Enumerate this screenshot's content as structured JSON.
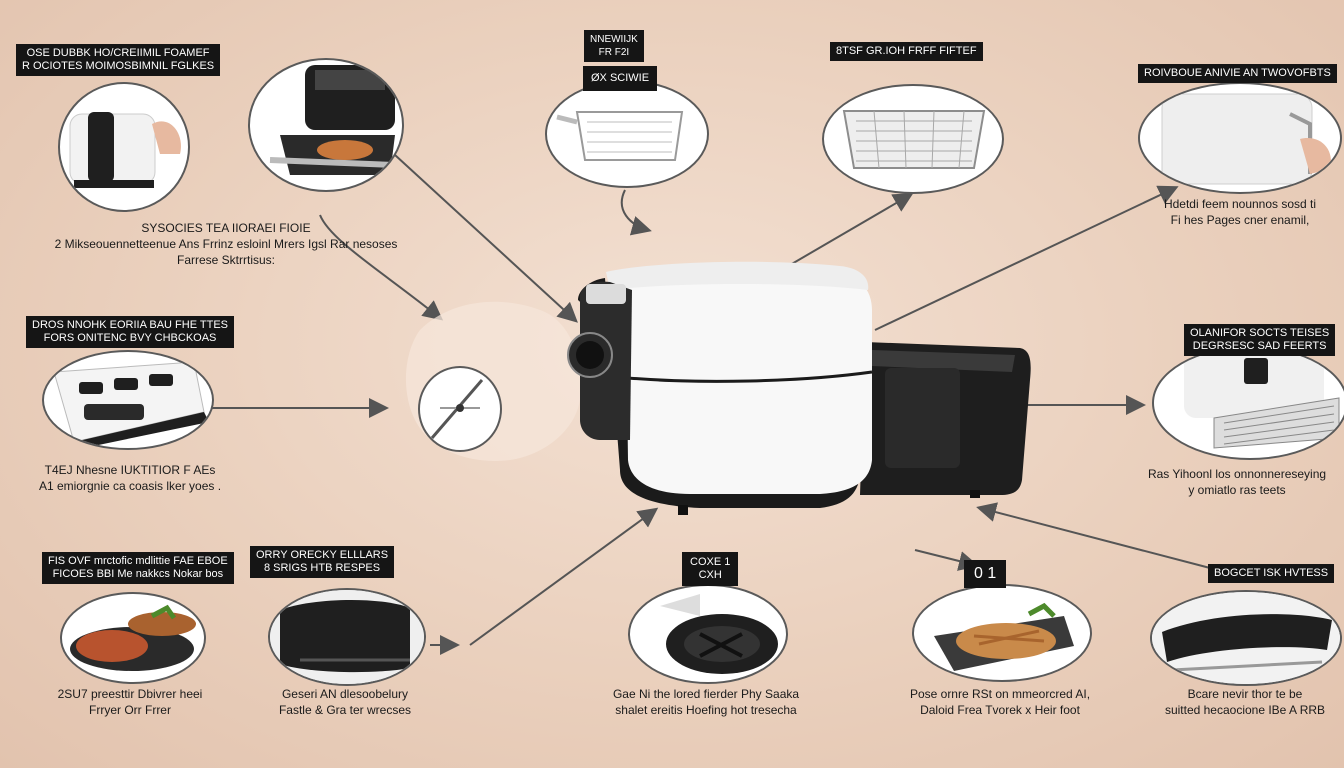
{
  "labels": {
    "top_left": [
      "OSE DUBBK HO/CREIIMIL FOAMEF",
      "R OCIOTES MOIMOSBIMNIL FGLKES"
    ],
    "top_center_small": [
      "NNEWIIJK",
      "FR F2I"
    ],
    "top_center_tag": "ØX SCIWIE",
    "top_right_mid": "8TSF GR.IOH FRFF FIFTEF",
    "top_right": "ROIVBOUE ANIVIE AN TWOVOFBTS",
    "mid_left": [
      "DROS NNOHK EORIIA BAU FHE TTES",
      "FORS ONITENC BVY CHBCKOAS"
    ],
    "mid_right": [
      "OLANIFOR SOCTS TEISES",
      "DEGRSESC SAD FEERTS"
    ],
    "bottom_left": [
      "FIS OVF mrctofic mdlittie FAE EBOE",
      "FICOES BBI Me nakkcs Nokar bos"
    ],
    "bottom_left2": [
      "ORRY ORECKY ELLLARS",
      "8 SRIGS HTB RESPES"
    ],
    "bottom_center_tag": [
      "COXE 1",
      "CXH"
    ],
    "bottom_right_tag": "0 1",
    "bottom_right": "BOGCET ISK HVTESS"
  },
  "captions": {
    "c_left_upper": [
      "SYSOCIES TEA IIORAEI FIOIE",
      "2 Mikseouennetteenue Ans Frrinz  esloinl Mrers Igsl Rar nesoses",
      "Farrese Sktrrtisus:"
    ],
    "c_right_upper": [
      "Hdetdi feem nounnos sosd ti",
      "Fi hes Pages cner enamil,"
    ],
    "c_left_mid": [
      "T4EJ Nhesne IUKTITIOR F AEs",
      "A1 emiorgnie ca coasis lker yoes ."
    ],
    "c_right_mid": [
      "Ras Yihoonl los onnonnereseying",
      "y omiatlo ras teets"
    ],
    "c_bottom_1": [
      "2SU7 preesttir Dbivrer heei",
      "Frryer Orr Frrer"
    ],
    "c_bottom_2": [
      "Geseri AN dlesoobelury",
      "Fastle & Gra ter wrecses"
    ],
    "c_bottom_3": [
      "Gae Ni the lored fierder Phy Saaka",
      "shalet ereitis Hoefing hot tresecha"
    ],
    "c_bottom_4": [
      "Pose ornre RSt on mmeorcred AI,",
      "Daloid Frea Tvorek x Heir foot"
    ],
    "c_bottom_5": [
      "Bcare nevir thor te be",
      "suitted hecaocione IBe A RRB"
    ]
  },
  "icons": {
    "appliance": "air-fryer-icon",
    "basket": "basket-icon",
    "rack": "wire-rack-icon",
    "food": "food-plate-icon",
    "knob": "control-knob-icon"
  },
  "colors": {
    "background": "#ecd3c1",
    "label_bg": "#151515",
    "label_text": "#ffffff",
    "arrow": "#555555",
    "appliance_body": "#f7f7f7",
    "appliance_dark": "#1f1f1f"
  }
}
